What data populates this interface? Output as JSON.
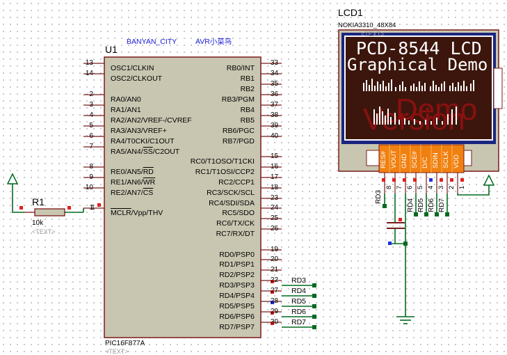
{
  "annotations": {
    "author": "BANYAN_CITY",
    "note": "AVR小菜鸟"
  },
  "mcu": {
    "ref": "U1",
    "part": "PIC16F877A",
    "text_placeholder": "<TEXT>",
    "left_pins": [
      {
        "num": "13",
        "name": "OSC1/CLKIN"
      },
      {
        "num": "14",
        "name": "OSC2/CLKOUT"
      },
      {
        "num": "2",
        "name": "RA0/AN0"
      },
      {
        "num": "3",
        "name": "RA1/AN1"
      },
      {
        "num": "4",
        "name": "RA2/AN2/VREF-/CVREF"
      },
      {
        "num": "5",
        "name": "RA3/AN3/VREF+"
      },
      {
        "num": "6",
        "name": "RA4/T0CKI/C1OUT"
      },
      {
        "num": "7",
        "name_a": "RA5/AN4/",
        "name_ov": "SS",
        "name_b": "/C2OUT"
      },
      {
        "num": "8",
        "name_a": "RE0/AN5/",
        "name_ov": "RD",
        "name_b": ""
      },
      {
        "num": "9",
        "name_a": "RE1/AN6/",
        "name_ov": "WR",
        "name_b": ""
      },
      {
        "num": "10",
        "name_a": "RE2/AN7/",
        "name_ov": "CS",
        "name_b": ""
      },
      {
        "num": "1",
        "name_a": "",
        "name_ov": "MCLR",
        "name_b": "/Vpp/THV"
      }
    ],
    "right_pins": [
      {
        "num": "33",
        "name": "RB0/INT"
      },
      {
        "num": "34",
        "name": "RB1"
      },
      {
        "num": "35",
        "name": "RB2"
      },
      {
        "num": "36",
        "name": "RB3/PGM"
      },
      {
        "num": "37",
        "name": "RB4"
      },
      {
        "num": "38",
        "name": "RB5"
      },
      {
        "num": "39",
        "name": "RB6/PGC"
      },
      {
        "num": "40",
        "name": "RB7/PGD"
      },
      {
        "num": "15",
        "name": "RC0/T1OSO/T1CKI"
      },
      {
        "num": "16",
        "name": "RC1/T1OSI/CCP2"
      },
      {
        "num": "17",
        "name": "RC2/CCP1"
      },
      {
        "num": "18",
        "name": "RC3/SCK/SCL"
      },
      {
        "num": "23",
        "name": "RC4/SDI/SDA"
      },
      {
        "num": "24",
        "name": "RC5/SDO"
      },
      {
        "num": "25",
        "name": "RC6/TX/CK"
      },
      {
        "num": "26",
        "name": "RC7/RX/DT"
      },
      {
        "num": "19",
        "name": "RD0/PSP0"
      },
      {
        "num": "20",
        "name": "RD1/PSP1"
      },
      {
        "num": "21",
        "name": "RD2/PSP2"
      },
      {
        "num": "22",
        "name": "RD3/PSP3",
        "net": "RD3"
      },
      {
        "num": "27",
        "name": "RD4/PSP4",
        "net": "RD4"
      },
      {
        "num": "28",
        "name": "RD5/PSP5",
        "net": "RD5"
      },
      {
        "num": "29",
        "name": "RD6/PSP6",
        "net": "RD6"
      },
      {
        "num": "30",
        "name": "RD7/PSP7",
        "net": "RD7"
      }
    ]
  },
  "resistor": {
    "ref": "R1",
    "value": "10k",
    "text_placeholder": "<TEXT>",
    "pin_num": "1"
  },
  "lcd": {
    "ref": "LCD1",
    "model": "NOKIA3310_48X84",
    "text_placeholder": "<TEXT>",
    "line1": "PCD-8544 LCD",
    "line2": "Graphical Demo",
    "watermark1": "Demo",
    "watermark2": "Version",
    "pins": [
      {
        "name": "RES#",
        "num": "8",
        "net": "RD3"
      },
      {
        "name": "VOUT",
        "num": "7",
        "net": ""
      },
      {
        "name": "GND",
        "num": "6",
        "net": ""
      },
      {
        "name": "SCE#",
        "num": "5",
        "net": "RD4"
      },
      {
        "name": "D/C",
        "num": "4",
        "net": "RD5"
      },
      {
        "name": "SDIN",
        "num": "3",
        "net": "RD6"
      },
      {
        "name": "SCLK",
        "num": "2",
        "net": "RD7"
      },
      {
        "name": "VDD",
        "num": "1",
        "net": ""
      }
    ]
  },
  "colors": {
    "wire": "#006a20",
    "body_fill": "#c8c6b0",
    "body_stroke": "#7a1a1a",
    "lcd_screen": "#3c160c",
    "lcd_frame": "#1b2680",
    "pin_header": "#f08010",
    "pin_marker": "#e02020",
    "pin_marker_blue": "#2030e0"
  }
}
